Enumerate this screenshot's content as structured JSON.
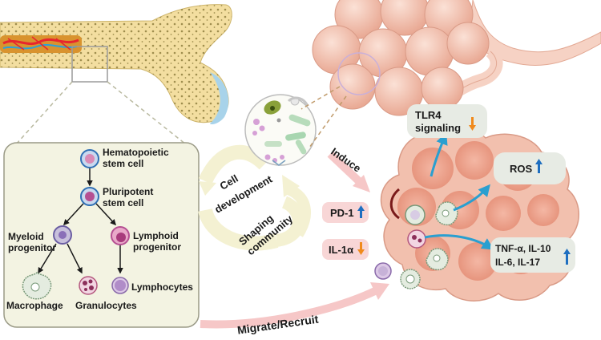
{
  "hierarchy": {
    "hsc": [
      "Hematopoietic",
      "stem cell"
    ],
    "psc": [
      "Pluripotent",
      "stem cell"
    ],
    "myeloid": [
      "Myeloid",
      "progenitor"
    ],
    "lymphoid": [
      "Lymphoid",
      "progenitor"
    ],
    "macrophage": "Macrophage",
    "granulocytes": "Granulocytes",
    "lymphocytes": "Lymphocytes"
  },
  "arrows": {
    "cell_development": [
      "Cell",
      "development"
    ],
    "shaping_community": [
      "Shaping",
      "community"
    ],
    "induce": "Induce",
    "migrate": "Migrate/Recruit"
  },
  "cytokines": {
    "pd1": "PD-1",
    "il1a": "IL-1α"
  },
  "effects": {
    "tlr4": [
      "TLR4",
      "signaling"
    ],
    "ros": "ROS",
    "cytokine_list": [
      "TNF-α, IL-10",
      "IL-6, IL-17"
    ]
  },
  "colors": {
    "up_arrow": "#1f6fc0",
    "down_arrow": "#f08a1c",
    "alveoli": "#f2c0ae",
    "panel_bg": "#f3f3e2"
  }
}
